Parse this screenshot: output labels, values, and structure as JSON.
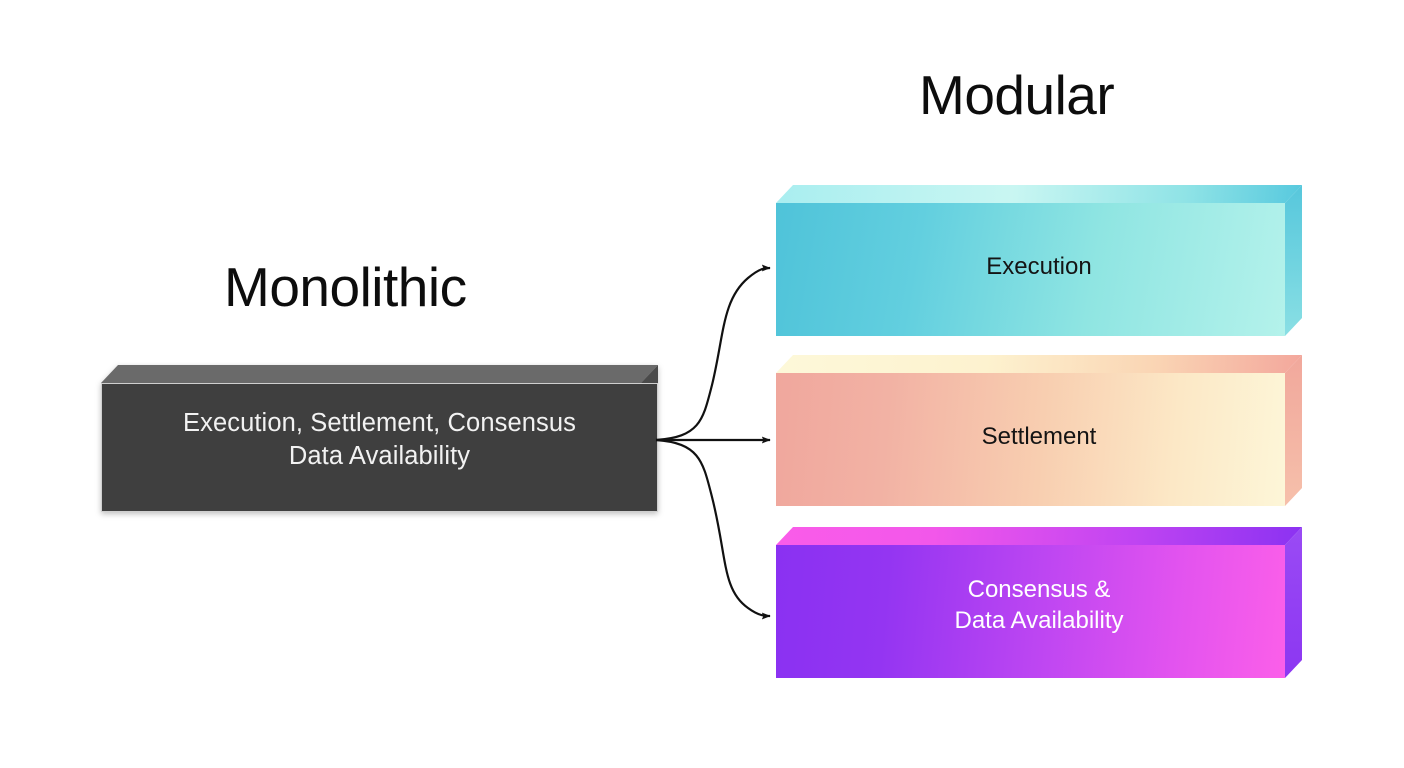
{
  "diagram": {
    "background_color": "#ffffff",
    "headings": {
      "monolithic": "Monolithic",
      "modular": "Modular"
    },
    "monolithic_box": {
      "label": "Execution, Settlement, Consensus\nData Availability",
      "front_color": "#3f3f3f",
      "top_color": "#6a6a6a",
      "right_color": "#4a4a4a",
      "text_color": "#f2f2f2"
    },
    "modular_boxes": [
      {
        "name": "execution",
        "label": "Execution",
        "gradient_from": "#4fc3d9",
        "gradient_to": "#b4f2eb",
        "text_color": "#141414"
      },
      {
        "name": "settlement",
        "label": "Settlement",
        "gradient_from": "#f0a79d",
        "gradient_to": "#fdf6d8",
        "text_color": "#141414"
      },
      {
        "name": "consensus",
        "label": "Consensus &\nData Availability",
        "gradient_from": "#8a31f2",
        "gradient_to": "#fb5fe9",
        "text_color": "#ffffff"
      }
    ],
    "arrows": {
      "color": "#111111",
      "count": 3,
      "origin_label": "monolithic-box-right-edge",
      "targets": [
        "execution",
        "settlement",
        "consensus"
      ]
    }
  }
}
